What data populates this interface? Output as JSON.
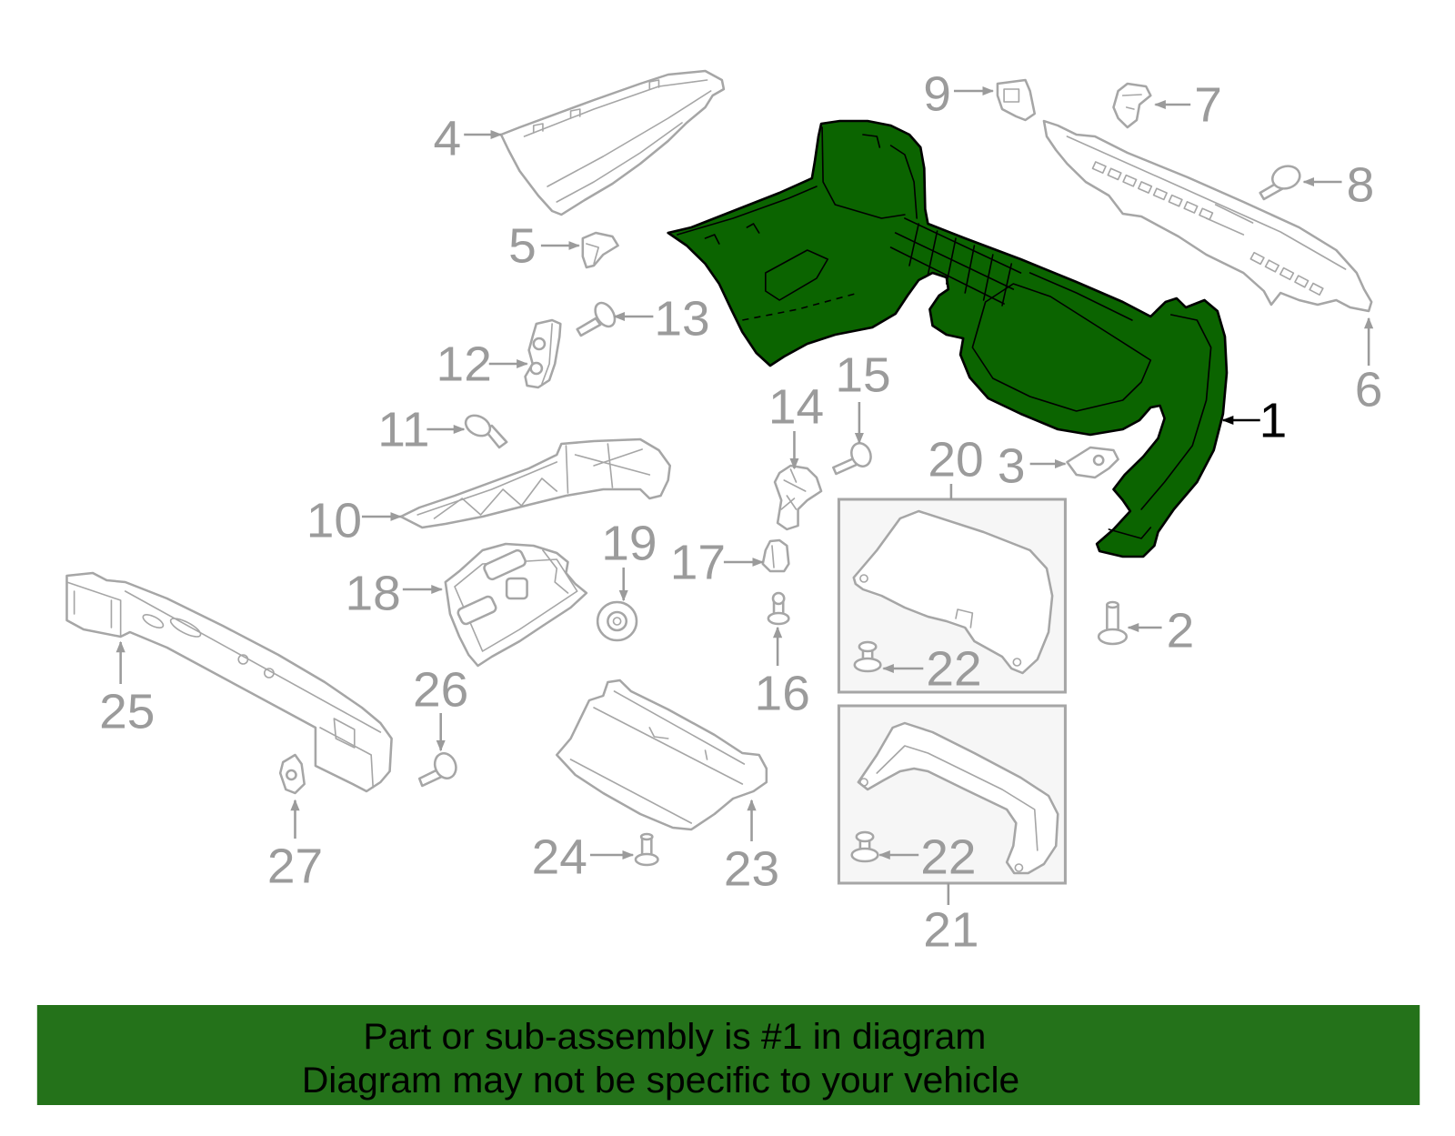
{
  "diagram": {
    "callouts": [
      "1",
      "2",
      "3",
      "4",
      "5",
      "6",
      "7",
      "8",
      "9",
      "10",
      "11",
      "12",
      "13",
      "14",
      "15",
      "16",
      "17",
      "18",
      "19",
      "20",
      "21",
      "22",
      "23",
      "24",
      "25",
      "26",
      "27"
    ]
  },
  "banner": {
    "line1": "Part or sub-assembly is #1 in diagram",
    "line2": "Diagram may not be specific to your vehicle"
  },
  "colors": {
    "highlight": "#0b6400",
    "banner": "#24721a",
    "part_outline": "#a6a6a6",
    "callout_text": "#9b9b9b",
    "highlight_callout": "#000000"
  }
}
